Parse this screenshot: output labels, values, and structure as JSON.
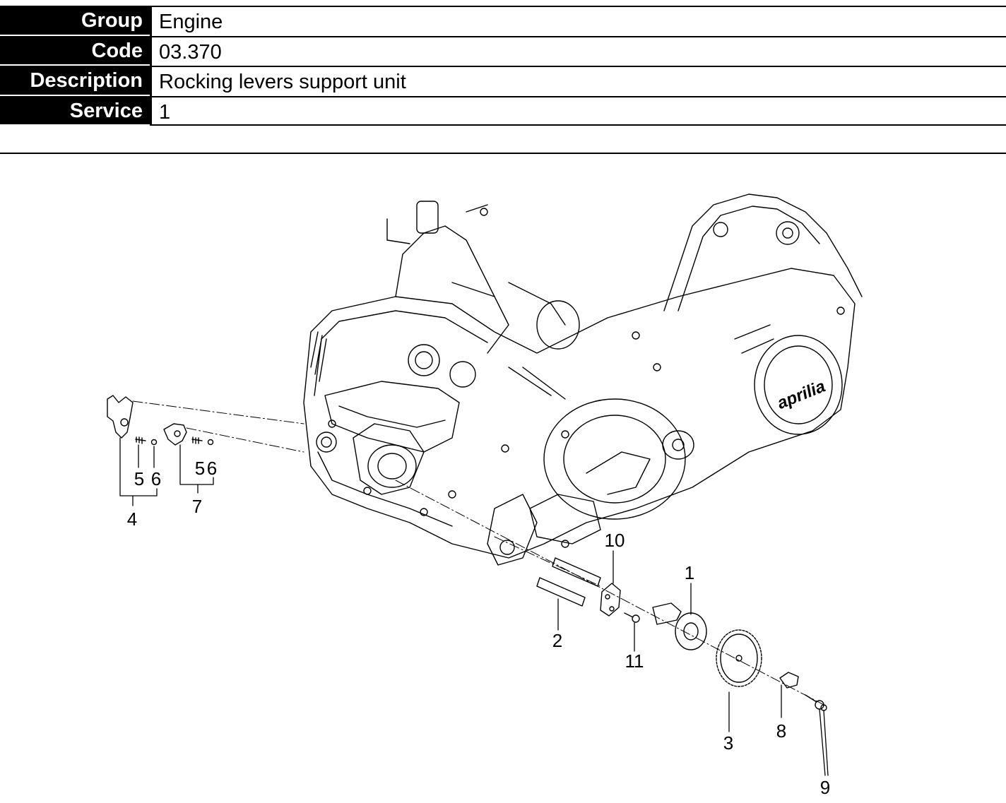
{
  "header": {
    "rows": [
      {
        "key": "Group",
        "value": "Engine"
      },
      {
        "key": "Code",
        "value": "03.370"
      },
      {
        "key": "Description",
        "value": "Rocking levers support unit"
      },
      {
        "key": "Service",
        "value": "1"
      }
    ]
  },
  "diagram": {
    "brand_logo_text": "aprilia",
    "callouts": {
      "c1": "1",
      "c2": "2",
      "c3": "3",
      "c4": "4",
      "c5a": "5",
      "c6a": "6",
      "c5b": "5",
      "c6b": "6",
      "c7": "7",
      "c8": "8",
      "c9": "9",
      "c10": "10",
      "c11": "11"
    }
  }
}
